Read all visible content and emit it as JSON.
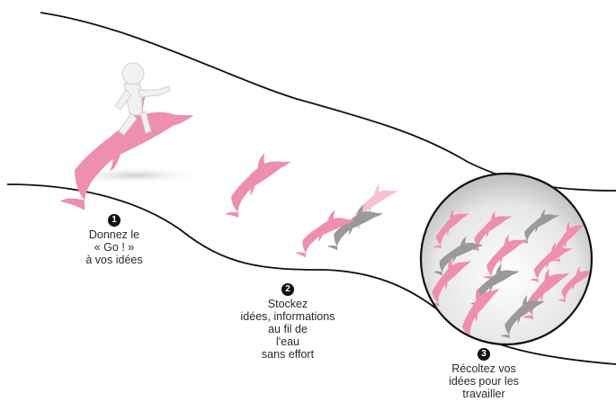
{
  "steps": [
    {
      "number": "1",
      "lines": [
        "Donnez le",
        "« Go ! »",
        "à vos idées"
      ]
    },
    {
      "number": "2",
      "lines": [
        "Stockez",
        "idées, informations",
        "au fil de",
        "l'eau",
        "sans effort"
      ]
    },
    {
      "number": "3",
      "lines": [
        "Récoltez vos",
        "idées pour les",
        "travailler"
      ]
    }
  ],
  "colors": {
    "dolphin_pink": "#ef8fae",
    "dolphin_gray": "#9a9a9a",
    "figure_white": "#f2f2f2",
    "line": "#111111"
  },
  "icons": [
    "dolphin-icon",
    "rider-figure-icon"
  ]
}
